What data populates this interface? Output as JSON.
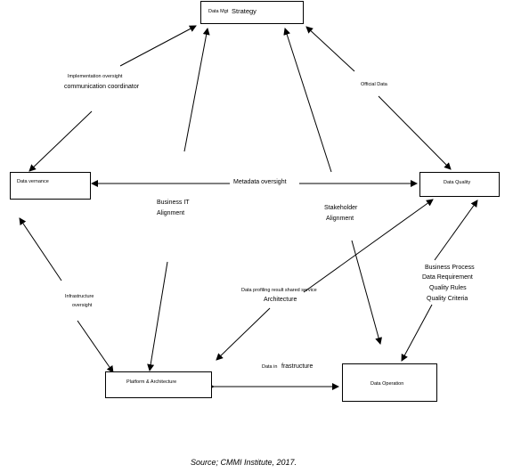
{
  "nodes": {
    "strategy": {
      "small_prefix": "Data Mgt",
      "main": "Strategy"
    },
    "governance": {
      "label": "Data vernance"
    },
    "quality": {
      "label": "Data Quality"
    },
    "platform": {
      "label": "Platform & Architecture"
    },
    "operation": {
      "label": "Data Operation"
    }
  },
  "edge_labels": {
    "implementation_oversight": "Implementation oversight",
    "communication_coordinator": "communication coordinator",
    "official_data": "Official Data",
    "metadata_oversight": "Metadata oversight",
    "business_it_line1": "Business IT",
    "business_it_line2": "Alignment",
    "stakeholder_line1": "Stakeholder",
    "stakeholder_line2": "Alignment",
    "infrastructure_line1": "Infrastructure",
    "infrastructure_line2": "oversight",
    "profiling_line1": "Data profiling result shared service",
    "profiling_line2": "Architecture",
    "business_process": "Business Process",
    "data_requirement": "Data Requirement",
    "quality_rules": "Quality Rules",
    "quality_criteria": "Quality Criteria",
    "data_infra_small": "Data in",
    "data_infra_main": "frastructure"
  },
  "caption": "Source; CMMI Institute, 2017."
}
